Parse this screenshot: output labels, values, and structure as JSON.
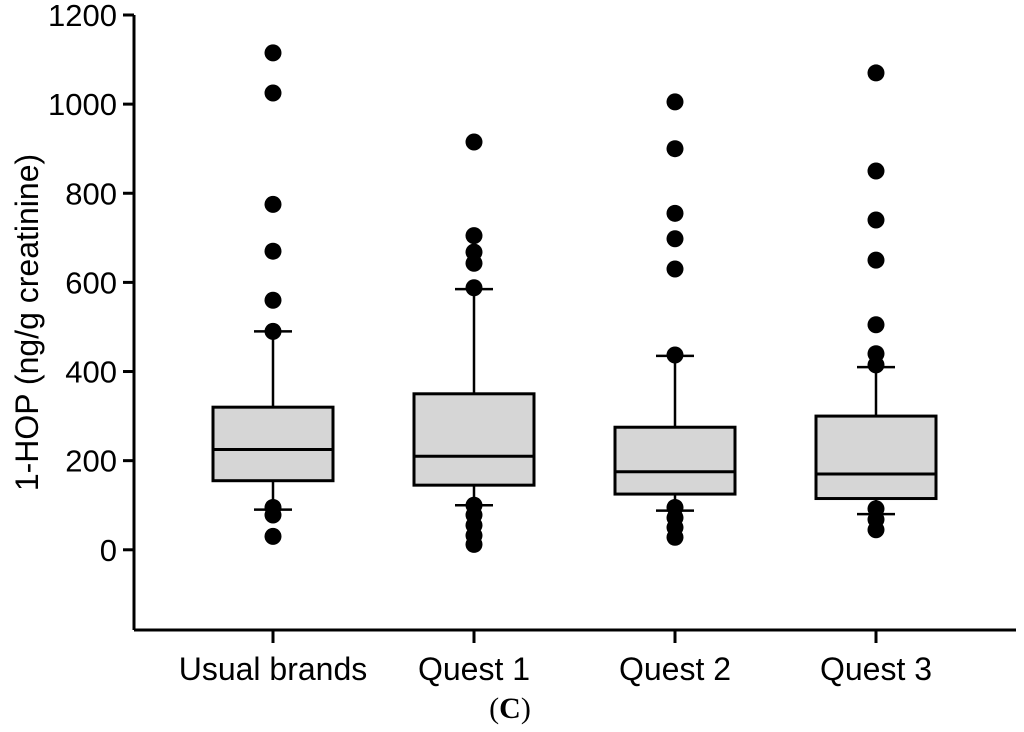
{
  "figure": {
    "caption": {
      "open": "(",
      "letter": "C",
      "close": ")"
    }
  },
  "chart_data": {
    "type": "boxplot",
    "title": "",
    "xlabel": "",
    "ylabel": "1-HOP (ng/g creatinine)",
    "ylim": [
      -180,
      1200
    ],
    "yticks": [
      0,
      200,
      400,
      600,
      800,
      1000,
      1200
    ],
    "grid": false,
    "legend": false,
    "categories": [
      "Usual brands",
      "Quest 1",
      "Quest 2",
      "Quest 3"
    ],
    "colors": {
      "box_fill": "#d6d6d6",
      "line": "#000000",
      "outlier": "#000000",
      "background": "#ffffff"
    },
    "series": [
      {
        "category": "Usual brands",
        "q1": 155,
        "median": 225,
        "q3": 320,
        "whisker_low": 90,
        "whisker_high": 490,
        "outliers_high": [
          1115,
          1025,
          775,
          670,
          560,
          490
        ],
        "outliers_low": [
          95,
          78,
          30
        ]
      },
      {
        "category": "Quest 1",
        "q1": 145,
        "median": 210,
        "q3": 350,
        "whisker_low": 100,
        "whisker_high": 585,
        "outliers_high": [
          915,
          705,
          668,
          643,
          588
        ],
        "outliers_low": [
          100,
          78,
          55,
          32,
          12
        ]
      },
      {
        "category": "Quest 2",
        "q1": 125,
        "median": 175,
        "q3": 275,
        "whisker_low": 88,
        "whisker_high": 435,
        "outliers_high": [
          1005,
          900,
          755,
          698,
          630,
          437
        ],
        "outliers_low": [
          95,
          72,
          50,
          28
        ]
      },
      {
        "category": "Quest 3",
        "q1": 115,
        "median": 170,
        "q3": 300,
        "whisker_low": 80,
        "whisker_high": 410,
        "outliers_high": [
          1070,
          850,
          740,
          650,
          505,
          440,
          415
        ],
        "outliers_low": [
          92,
          68,
          45
        ]
      }
    ]
  }
}
